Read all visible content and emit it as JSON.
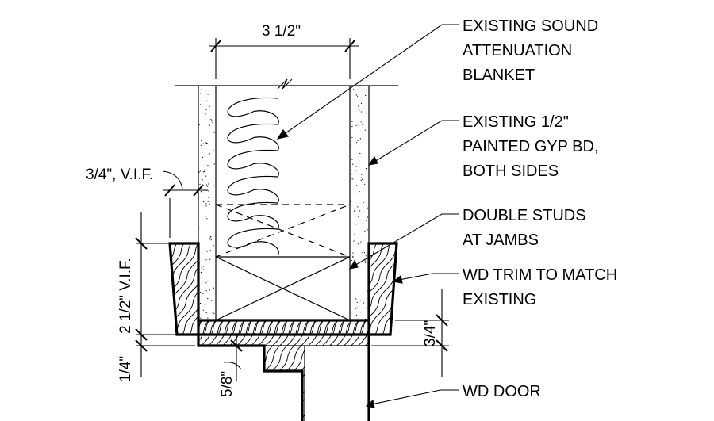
{
  "diagram": {
    "labels": {
      "blanket": [
        "EXISTING SOUND",
        "ATTENUATION",
        "BLANKET"
      ],
      "gyp": [
        "EXISTING 1/2\"",
        "PAINTED GYP BD,",
        "BOTH SIDES"
      ],
      "studs": [
        "DOUBLE STUDS",
        "AT JAMBS"
      ],
      "trim": [
        "WD TRIM TO MATCH",
        "EXISTING"
      ],
      "door": [
        "WD DOOR"
      ]
    },
    "dims": {
      "wall_width": "3 1/2\"",
      "gyp_gap": "3/4\", V.I.F.",
      "trim_height": "2 1/2\" V.I.F.",
      "quarter": "1/4\"",
      "five_eighths": "5/8\"",
      "three_quarter": "3/4\""
    }
  }
}
